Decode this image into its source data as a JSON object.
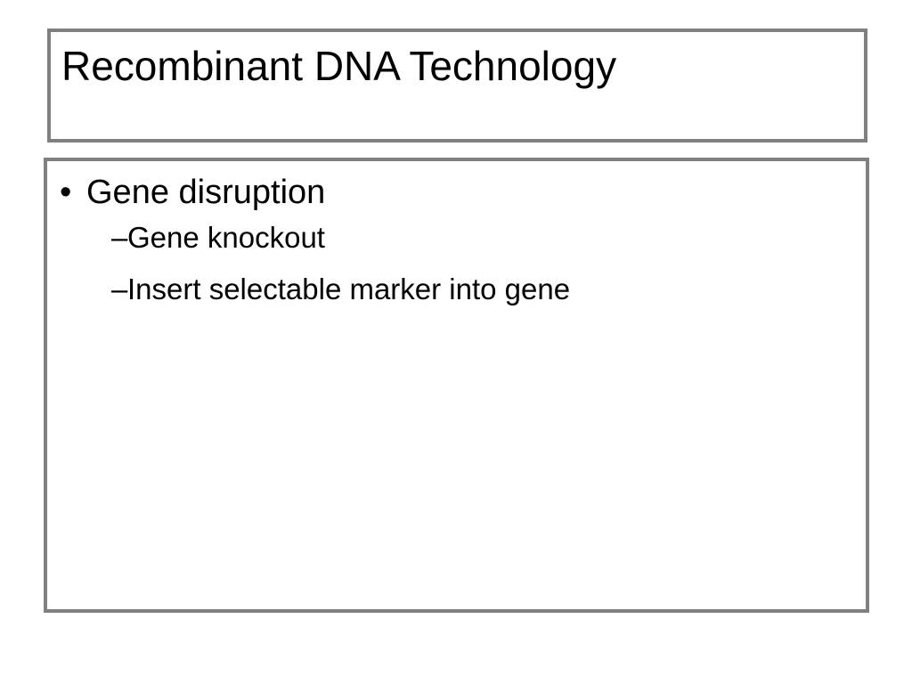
{
  "slide": {
    "title": "Recombinant DNA Technology",
    "bullets": [
      {
        "marker": "•",
        "text": "Gene disruption",
        "subitems": [
          {
            "marker": "–",
            "text": "Gene knockout"
          },
          {
            "marker": "–",
            "text": "Insert selectable marker into gene"
          }
        ]
      }
    ]
  },
  "colors": {
    "border": "#808080",
    "background": "#ffffff",
    "text": "#000000"
  }
}
